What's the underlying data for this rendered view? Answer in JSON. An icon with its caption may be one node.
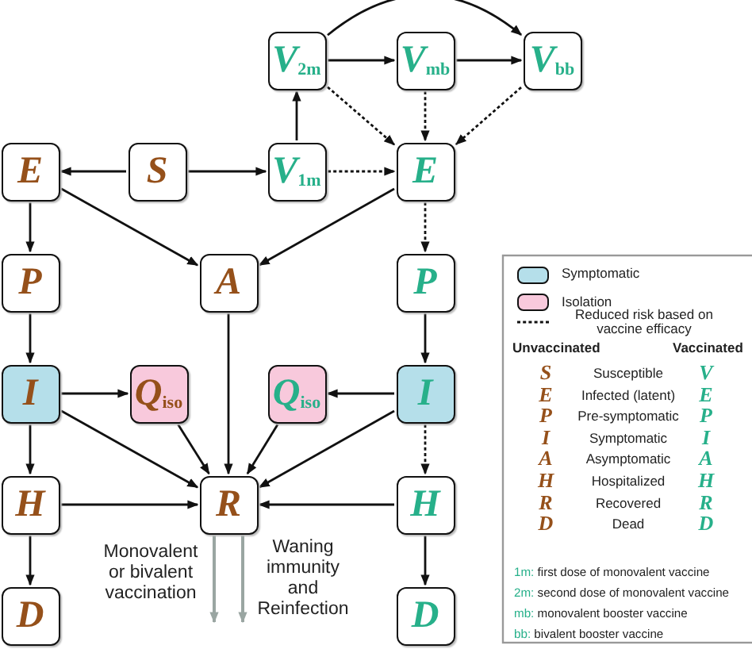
{
  "diagram": {
    "nodes": [
      {
        "text": [
          "V$_{2m}$"
        ]
      },
      {
        "text": [
          "V$_{mb}$"
        ]
      },
      {
        "text": [
          "V$_{bb}$"
        ]
      },
      {
        "text": [
          "E"
        ]
      },
      {
        "text": [
          "S"
        ]
      },
      {
        "text": [
          "V$_{1m}$"
        ]
      },
      {
        "text": [
          "E"
        ]
      },
      {
        "text": [
          "P"
        ]
      },
      {
        "text": [
          "A"
        ]
      },
      {
        "text": [
          "P"
        ]
      },
      {
        "text": [
          "I"
        ]
      },
      {
        "text": [
          "Q$_{iso}$"
        ]
      },
      {
        "text": [
          "Q$_{iso}$"
        ]
      },
      {
        "text": [
          "I"
        ]
      },
      {
        "text": [
          "H"
        ]
      },
      {
        "text": [
          "R"
        ]
      },
      {
        "text": [
          "H"
        ]
      },
      {
        "text": [
          "D"
        ]
      },
      {
        "text": [
          "D"
        ]
      }
    ],
    "edges": [
      {
        "from": 4,
        "to": 3,
        "arrow": "to"
      },
      {
        "from": 4,
        "to": 5,
        "arrow": "to"
      },
      {
        "from": 5,
        "to": 0,
        "arrow": "to"
      },
      {
        "from": 0,
        "to": 1,
        "arrow": "to"
      },
      {
        "from": 1,
        "to": 2,
        "arrow": "to"
      },
      {
        "from": 0,
        "to": 2,
        "arrow": "to"
      },
      {
        "from": 0,
        "to": 6,
        "arrow": "to",
        "style": "dashed"
      },
      {
        "from": 1,
        "to": 6,
        "arrow": "to",
        "style": "dashed"
      },
      {
        "from": 2,
        "to": 6,
        "arrow": "to",
        "style": "dashed"
      },
      {
        "from": 5,
        "to": 6,
        "arrow": "to",
        "style": "dashed"
      },
      {
        "from": 3,
        "to": 7,
        "arrow": "to"
      },
      {
        "from": 3,
        "to": 8,
        "arrow": "to"
      },
      {
        "from": 6,
        "to": 8,
        "arrow": "to"
      },
      {
        "from": 6,
        "to": 9,
        "arrow": "to",
        "style": "dashed"
      },
      {
        "from": 7,
        "to": 10,
        "arrow": "to"
      },
      {
        "from": 8,
        "to": 15,
        "arrow": "to"
      },
      {
        "from": 9,
        "to": 13,
        "arrow": "to"
      },
      {
        "from": 10,
        "to": 11,
        "arrow": "to"
      },
      {
        "from": 13,
        "to": 12,
        "arrow": "to"
      },
      {
        "from": 10,
        "to": 14,
        "arrow": "to"
      },
      {
        "from": 10,
        "to": 15,
        "arrow": "to"
      },
      {
        "from": 11,
        "to": 15,
        "arrow": "to"
      },
      {
        "from": 12,
        "to": 15,
        "arrow": "to"
      },
      {
        "from": 13,
        "to": 15,
        "arrow": "to"
      },
      {
        "from": 13,
        "to": 16,
        "arrow": "to",
        "style": "dashed"
      },
      {
        "from": 14,
        "to": 15,
        "arrow": "to"
      },
      {
        "from": 16,
        "to": 15,
        "arrow": "to"
      },
      {
        "from": 14,
        "to": 17,
        "arrow": "to"
      },
      {
        "from": 16,
        "to": 18,
        "arrow": "to"
      },
      {
        "from": 15,
        "to": null,
        "arrow": "to",
        "color": "#9aa6a2",
        "label": "Monovalent or bivalent vaccination"
      },
      {
        "from": 15,
        "to": null,
        "arrow": "to",
        "color": "#9aa6a2",
        "label": "Waning immunity and Reinfection"
      }
    ],
    "labels": [
      "Unvaccinated",
      "Vaccinated",
      "S",
      "Susceptible",
      "V",
      "E",
      "Infected (latent)",
      "E",
      "P",
      "Pre-symptomatic",
      "P",
      "I",
      "Symptomatic",
      "I",
      "A",
      "Asymptomatic",
      "A",
      "H",
      "Hospitalized",
      "H",
      "R",
      "Recovered",
      "R",
      "D",
      "Dead",
      "D",
      "1m: first dose of monovalent vaccine",
      "2m: second dose of monovalent vaccine",
      "mb: monovalent booster vaccine",
      "bb: bivalent booster vaccine"
    ],
    "legend": [
      {
        "text": "Symptomatic",
        "color": "#b5dfea"
      },
      {
        "text": "Isolation",
        "color": "#f8c9dc"
      },
      {
        "text": "Reduced risk based on vaccine efficacy"
      }
    ]
  }
}
